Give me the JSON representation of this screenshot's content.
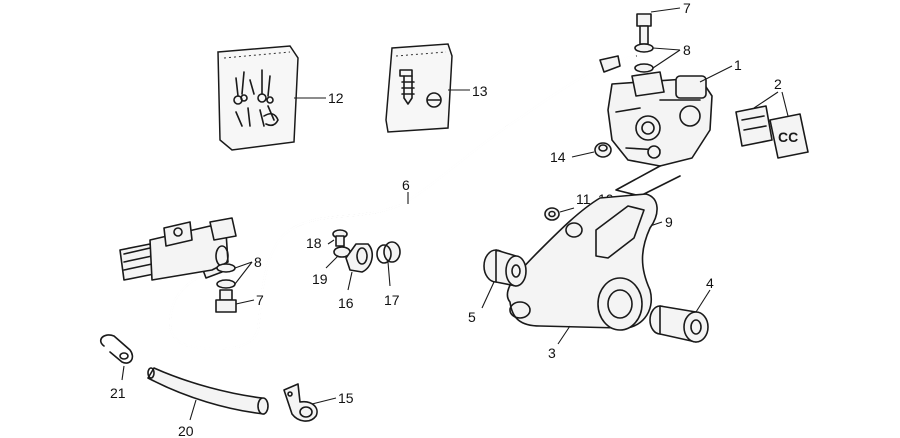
{
  "callouts": {
    "c1": "1",
    "c2": "2",
    "c3": "3",
    "c4": "4",
    "c5": "5",
    "c6": "6",
    "c7_top": "7",
    "c7_bottom": "7",
    "c8_top": "8",
    "c8_bottom": "8",
    "c9": "9",
    "c10": "10",
    "c11": "11",
    "c12": "12",
    "c13": "13",
    "c14": "14",
    "c15": "15",
    "c16": "16",
    "c17": "17",
    "c18": "18",
    "c19": "19",
    "c20": "20",
    "c21": "21"
  },
  "pads": {
    "label": "CC"
  }
}
